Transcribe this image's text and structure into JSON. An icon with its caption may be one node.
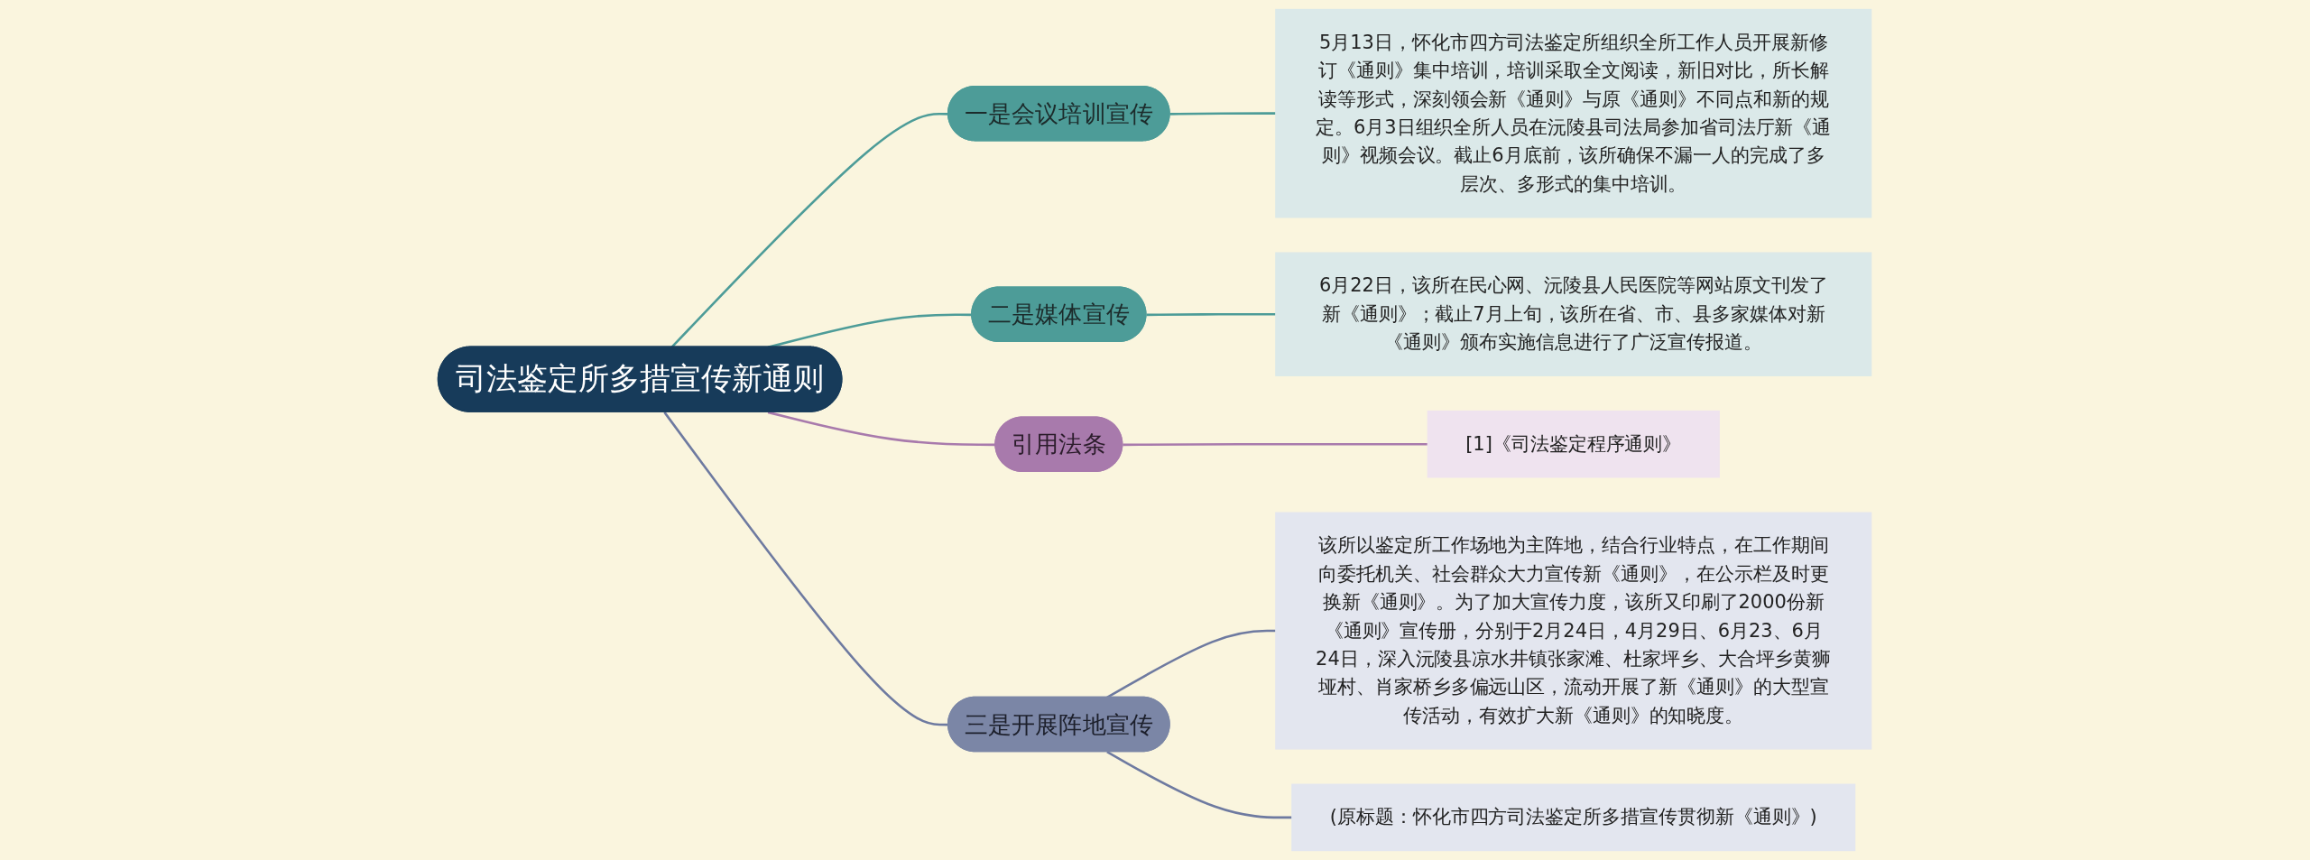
{
  "diagram": {
    "nodes": [
      {
        "text": [
          "司法鉴定所多措宣传新通则"
        ]
      },
      {
        "text": [
          "一是会议培训宣传"
        ]
      },
      {
        "text": [
          "5月13日，怀化市四方司法鉴定所组织全所工作人员开展新修订《通则》集中培训，培训采取全文阅读，新旧对比，所长解读等形式，深刻领会新《通则》与原《通则》不同点和新的规定。6月3日组织全所人员在沅陵县司法局参加省司法厅新《通则》视频会议。截止6月底前，该所确保不漏一人的完成了多层次、多形式的集中培训。"
        ]
      },
      {
        "text": [
          "二是媒体宣传"
        ]
      },
      {
        "text": [
          "6月22日，该所在民心网、沅陵县人民医院等网站原文刊发了新《通则》；截止7月上旬，该所在省、市、县多家媒体对新《通则》颁布实施信息进行了广泛宣传报道。"
        ]
      },
      {
        "text": [
          "引用法条"
        ]
      },
      {
        "text": [
          "[1]《司法鉴定程序通则》"
        ]
      },
      {
        "text": [
          "三是开展阵地宣传"
        ]
      },
      {
        "text": [
          "该所以鉴定所工作场地为主阵地，结合行业特点，在工作期间向委托机关、社会群众大力宣传新《通则》，在公示栏及时更换新《通则》。为了加大宣传力度，该所又印刷了2000份新《通则》宣传册，分别于2月24日，4月29日、6月23、6月24日，深入沅陵县凉水井镇张家滩、杜家坪乡、大合坪乡黄狮垭村、肖家桥乡多偏远山区，流动开展了新《通则》的大型宣传活动，有效扩大新《通则》的知晓度。"
        ]
      },
      {
        "text": [
          "(原标题：怀化市四方司法鉴定所多措宣传贯彻新《通则》)"
        ]
      }
    ],
    "edges": [
      {
        "from": 0,
        "to": 1,
        "arrow": "none"
      },
      {
        "from": 1,
        "to": 2,
        "arrow": "none"
      },
      {
        "from": 0,
        "to": 3,
        "arrow": "none"
      },
      {
        "from": 3,
        "to": 4,
        "arrow": "none"
      },
      {
        "from": 0,
        "to": 5,
        "arrow": "none",
        "color": "#a87aac"
      },
      {
        "from": 5,
        "to": 6,
        "arrow": "none",
        "color": "#a87aac"
      },
      {
        "from": 0,
        "to": 7,
        "arrow": "none",
        "color": "#6e7aa0"
      },
      {
        "from": 7,
        "to": 8,
        "arrow": "none",
        "color": "#6e7aa0"
      },
      {
        "from": 7,
        "to": 9,
        "arrow": "none",
        "color": "#6e7aa0"
      }
    ]
  }
}
